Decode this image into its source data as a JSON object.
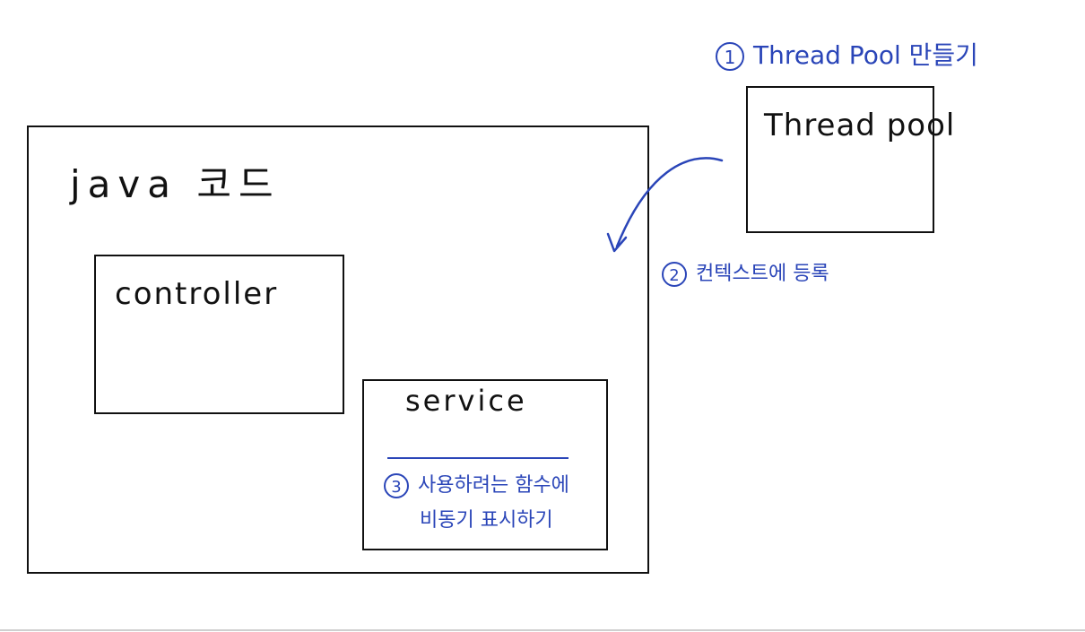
{
  "diagram": {
    "java_box": {
      "label": "java 코드"
    },
    "controller_box": {
      "label": "controller"
    },
    "service_box": {
      "label": "service",
      "note_number": "3",
      "note_line1": "사용하려는 함수에",
      "note_line2": "비동기 표시하기"
    },
    "thread_pool_box": {
      "label": "Thread pool"
    },
    "step1": {
      "number": "1",
      "text": "Thread Pool 만들기"
    },
    "step2": {
      "number": "2",
      "text": "컨텍스트에 등록"
    },
    "colors": {
      "ink": "#111111",
      "annotation": "#2a45b8"
    }
  }
}
